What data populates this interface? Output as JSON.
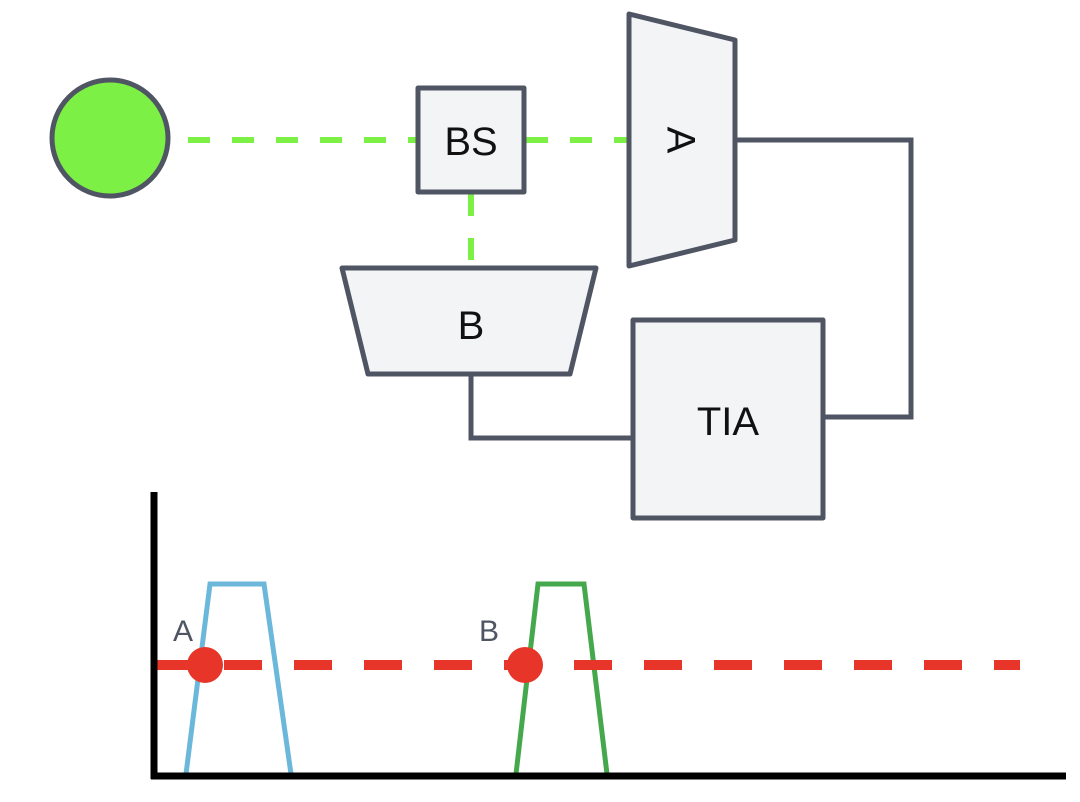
{
  "blocks": {
    "beam_splitter": "BS",
    "detector_a": "A",
    "detector_b": "B",
    "amplifier": "TIA"
  },
  "plot": {
    "markers": [
      "A",
      "B"
    ]
  },
  "colors": {
    "source_fill": "#7cf045",
    "beam": "#7cf045",
    "block_fill": "#f3f4f6",
    "block_stroke": "#4f5563",
    "pulse_a": "#6bb8da",
    "pulse_b": "#46a84d",
    "threshold": "#e8352a",
    "axis": "#000000"
  },
  "icons": {
    "source": "light-source-circle"
  }
}
